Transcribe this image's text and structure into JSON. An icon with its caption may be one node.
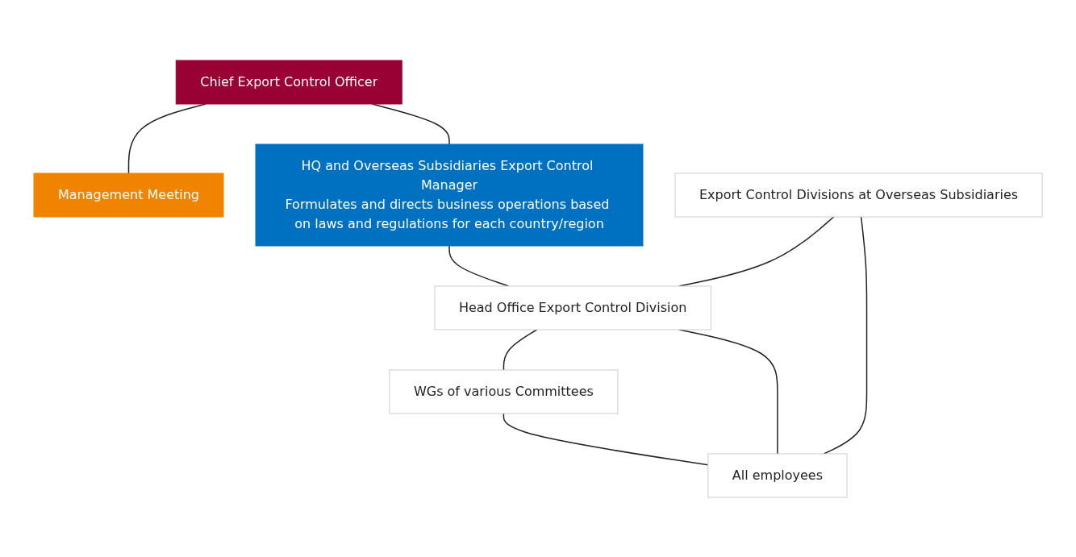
{
  "diagram": {
    "nodes": [
      {
        "text": [
          "Chief Export Control Officer"
        ]
      },
      {
        "text": [
          "Management Meeting"
        ]
      },
      {
        "text": [
          "HQ and Overseas Subsidiaries Export Control Manager",
          "Formulates and directs business operations based on laws and regulations for each country/region"
        ]
      },
      {
        "text": [
          "Export Control Divisions at Overseas Subsidiaries"
        ]
      },
      {
        "text": [
          "Head Office Export Control Division"
        ]
      },
      {
        "text": [
          "WGs of various Committees"
        ]
      },
      {
        "text": [
          "All employees"
        ]
      }
    ],
    "edges": [
      {
        "from": 0,
        "to": 1,
        "arrow": "none"
      },
      {
        "from": 0,
        "to": 2,
        "arrow": "none"
      },
      {
        "from": 2,
        "to": 4,
        "arrow": "none"
      },
      {
        "from": 3,
        "to": 4,
        "arrow": "none"
      },
      {
        "from": 4,
        "to": 5,
        "arrow": "none"
      },
      {
        "from": 3,
        "to": 6,
        "arrow": "none"
      },
      {
        "from": 4,
        "to": 6,
        "arrow": "none"
      },
      {
        "from": 5,
        "to": 6,
        "arrow": "none"
      }
    ]
  }
}
